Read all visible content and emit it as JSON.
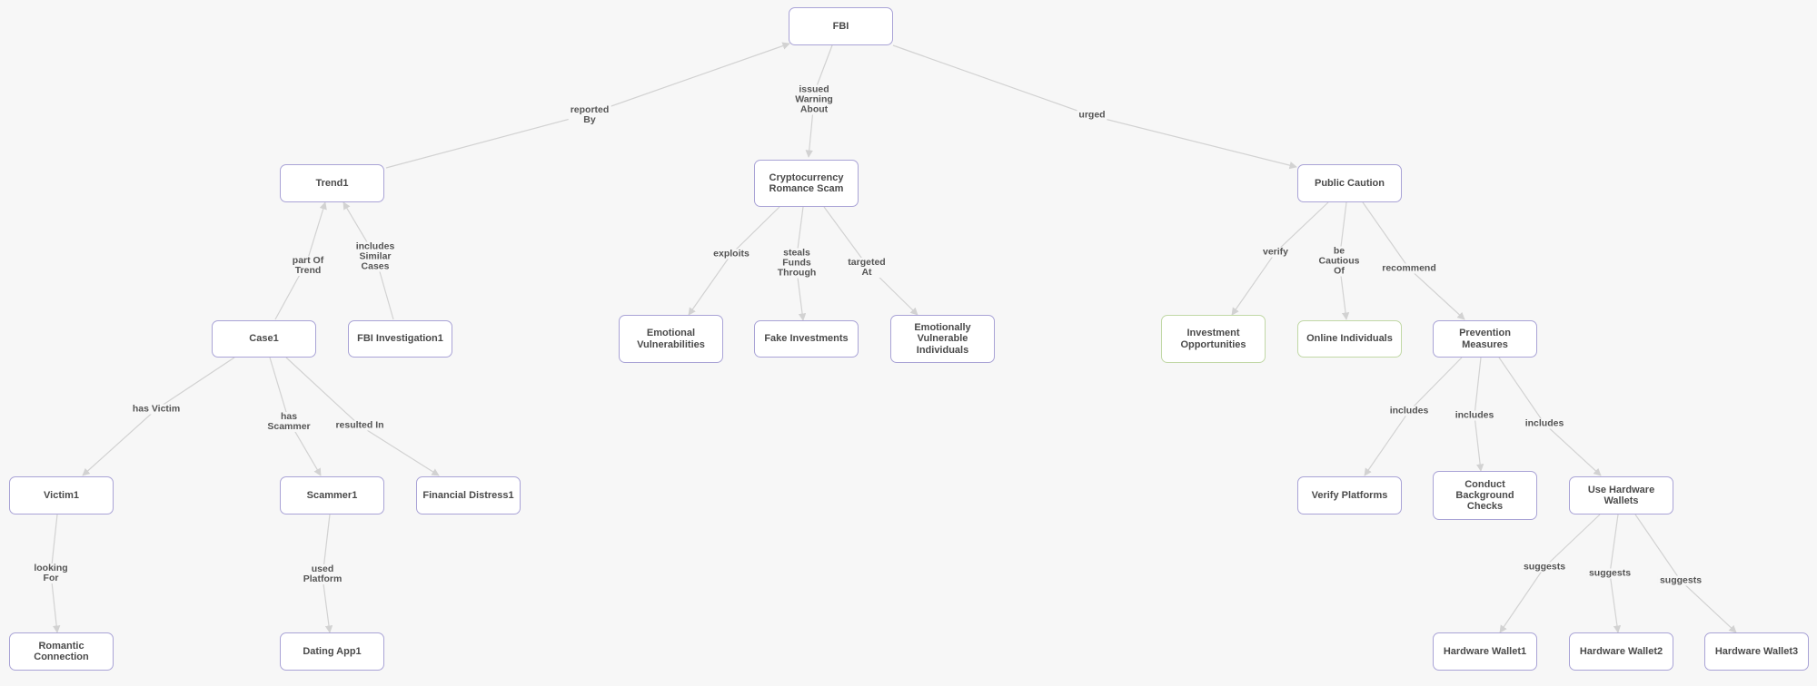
{
  "nodes": {
    "fbi": "FBI",
    "trend1": "Trend1",
    "crypto_scam": "Cryptocurrency\nRomance Scam",
    "public_caution": "Public Caution",
    "case1": "Case1",
    "fbi_investigation1": "FBI Investigation1",
    "emotional_vulnerabilities": "Emotional\nVulnerabilities",
    "fake_investments": "Fake Investments",
    "vulnerable_individuals": "Emotionally Vulnerable\nIndividuals",
    "investment_opportunities": "Investment\nOpportunities",
    "online_individuals": "Online Individuals",
    "prevention_measures": "Prevention Measures",
    "victim1": "Victim1",
    "scammer1": "Scammer1",
    "financial_distress1": "Financial Distress1",
    "verify_platforms": "Verify Platforms",
    "background_checks": "Conduct Background\nChecks",
    "hardware_wallets": "Use Hardware Wallets",
    "romantic_connection": "Romantic Connection",
    "dating_app1": "Dating App1",
    "hardware_wallet1": "Hardware Wallet1",
    "hardware_wallet2": "Hardware Wallet2",
    "hardware_wallet3": "Hardware Wallet3"
  },
  "edges": {
    "reported_by": "reported\nBy",
    "issued_warning_about": "issued\nWarning\nAbout",
    "urged": "urged",
    "part_of_trend": "part Of\nTrend",
    "includes_similar_cases": "includes\nSimilar\nCases",
    "exploits": "exploits",
    "steals_funds_through": "steals\nFunds\nThrough",
    "targeted_at": "targeted\nAt",
    "verify": "verify",
    "be_cautious_of": "be\nCautious\nOf",
    "recommend": "recommend",
    "has_victim": "has Victim",
    "has_scammer": "has\nScammer",
    "resulted_in": "resulted In",
    "includes_1": "includes",
    "includes_2": "includes",
    "includes_3": "includes",
    "looking_for": "looking\nFor",
    "used_platform": "used\nPlatform",
    "suggests_1": "suggests",
    "suggests_2": "suggests",
    "suggests_3": "suggests"
  },
  "colors": {
    "node_border": "#a9a3d6",
    "node_border_highlight": "#c1d8a6",
    "edge": "#cfcfcf",
    "background": "#f7f7f7"
  }
}
